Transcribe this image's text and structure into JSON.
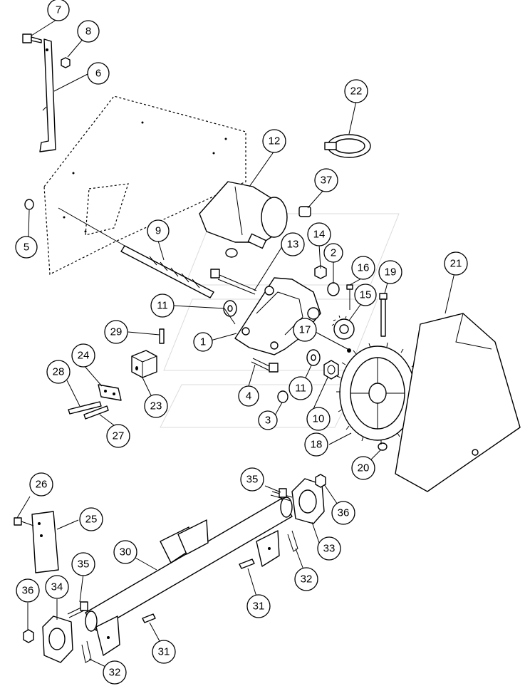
{
  "callouts": [
    {
      "id": "c7",
      "label": "7"
    },
    {
      "id": "c8",
      "label": "8"
    },
    {
      "id": "c6",
      "label": "6"
    },
    {
      "id": "c22",
      "label": "22"
    },
    {
      "id": "c12",
      "label": "12"
    },
    {
      "id": "c37",
      "label": "37"
    },
    {
      "id": "c5",
      "label": "5"
    },
    {
      "id": "c9",
      "label": "9"
    },
    {
      "id": "c14",
      "label": "14"
    },
    {
      "id": "c13",
      "label": "13"
    },
    {
      "id": "c2",
      "label": "2"
    },
    {
      "id": "c16",
      "label": "16"
    },
    {
      "id": "c19",
      "label": "19"
    },
    {
      "id": "c21",
      "label": "21"
    },
    {
      "id": "c15",
      "label": "15"
    },
    {
      "id": "c11a",
      "label": "11"
    },
    {
      "id": "c1",
      "label": "1"
    },
    {
      "id": "c17",
      "label": "17"
    },
    {
      "id": "c29",
      "label": "29"
    },
    {
      "id": "c24",
      "label": "24"
    },
    {
      "id": "c28",
      "label": "28"
    },
    {
      "id": "c23",
      "label": "23"
    },
    {
      "id": "c4",
      "label": "4"
    },
    {
      "id": "c11b",
      "label": "11"
    },
    {
      "id": "c3",
      "label": "3"
    },
    {
      "id": "c10",
      "label": "10"
    },
    {
      "id": "c27",
      "label": "27"
    },
    {
      "id": "c18",
      "label": "18"
    },
    {
      "id": "c20",
      "label": "20"
    },
    {
      "id": "c26",
      "label": "26"
    },
    {
      "id": "c35a",
      "label": "35"
    },
    {
      "id": "c25",
      "label": "25"
    },
    {
      "id": "c36a",
      "label": "36"
    },
    {
      "id": "c33",
      "label": "33"
    },
    {
      "id": "c30",
      "label": "30"
    },
    {
      "id": "c35b",
      "label": "35"
    },
    {
      "id": "c32a",
      "label": "32"
    },
    {
      "id": "c31a",
      "label": "31"
    },
    {
      "id": "c36b",
      "label": "36"
    },
    {
      "id": "c34",
      "label": "34"
    },
    {
      "id": "c31b",
      "label": "31"
    },
    {
      "id": "c32b",
      "label": "32"
    }
  ]
}
